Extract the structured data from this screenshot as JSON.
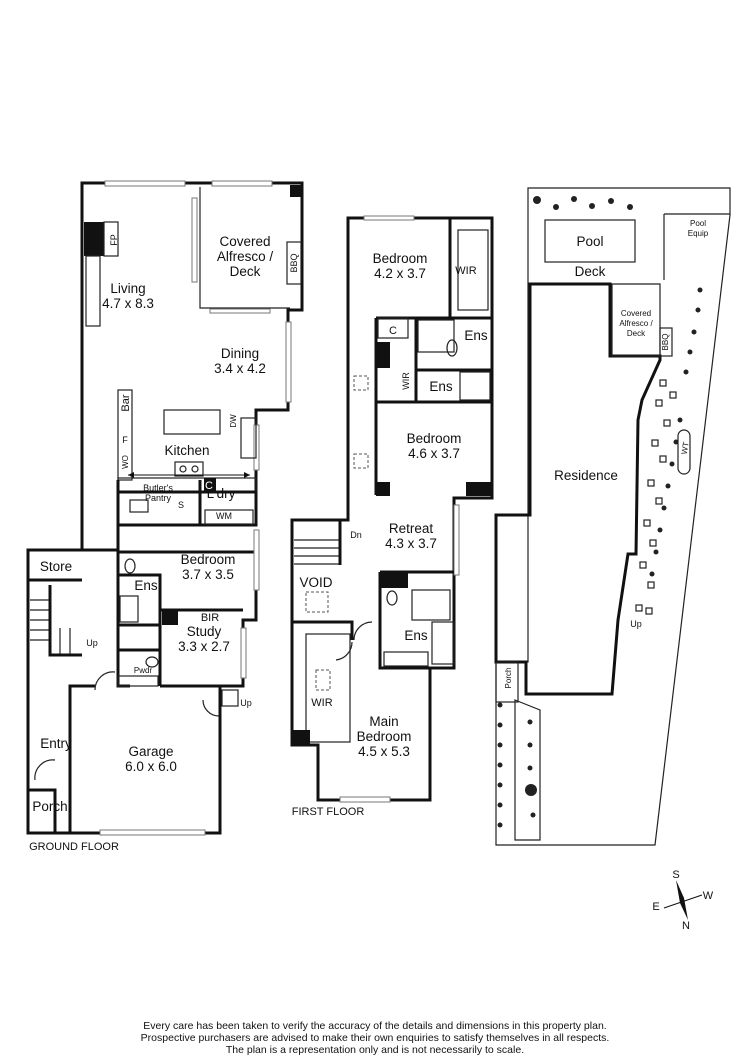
{
  "ground_floor": {
    "title": "GROUND FLOOR",
    "rooms": {
      "living": {
        "name": "Living",
        "dims": "4.7 x 8.3"
      },
      "alfresco": {
        "line1": "Covered",
        "line2": "Alfresco /",
        "line3": "Deck"
      },
      "dining": {
        "name": "Dining",
        "dims": "3.4 x 4.2"
      },
      "kitchen": {
        "name": "Kitchen"
      },
      "butlers": {
        "line1": "Butler's",
        "line2": "Pantry"
      },
      "laundry": {
        "name": "L'dry"
      },
      "bedroom": {
        "name": "Bedroom",
        "dims": "3.7 x 3.5"
      },
      "study": {
        "name": "Study",
        "dims": "3.3 x 2.7"
      },
      "garage": {
        "name": "Garage",
        "dims": "6.0 x 6.0"
      },
      "store": "Store",
      "entry": "Entry",
      "porch": "Porch",
      "ens": "Ens",
      "pwdr": "Pwdr",
      "bir": "BIR"
    },
    "fixtures": {
      "fp": "FP",
      "bbq": "BBQ",
      "bar": "Bar",
      "f": "F",
      "wo": "WO",
      "dw": "DW",
      "c": "C",
      "s": "S",
      "wm": "WM",
      "up1": "Up",
      "up2": "Up"
    }
  },
  "first_floor": {
    "title": "FIRST FLOOR",
    "rooms": {
      "bedroom1": {
        "name": "Bedroom",
        "dims": "4.2 x 3.7"
      },
      "bedroom2": {
        "name": "Bedroom",
        "dims": "4.6 x 3.7"
      },
      "retreat": {
        "name": "Retreat",
        "dims": "4.3 x 3.7"
      },
      "main_bedroom": {
        "line1": "Main",
        "line2": "Bedroom",
        "dims": "4.5 x 5.3"
      },
      "wir1": "WIR",
      "wir2": "WIR",
      "wir3": "WIR",
      "ens1": "Ens",
      "ens2": "Ens",
      "ens3": "Ens",
      "void": "VOID",
      "c": "C",
      "dn": "Dn"
    }
  },
  "site_plan": {
    "pool": "Pool",
    "pool_equip": {
      "line1": "Pool",
      "line2": "Equip"
    },
    "deck": "Deck",
    "alfresco": {
      "line1": "Covered",
      "line2": "Alfresco /",
      "line3": "Deck"
    },
    "bbq": "BBQ",
    "residence": "Residence",
    "wt": "WT",
    "porch": "Porch",
    "up": "Up"
  },
  "compass": {
    "s": "S",
    "e": "E",
    "w": "W",
    "n": "N"
  },
  "disclaimer": {
    "line1": "Every care has been taken to verify the accuracy of the details and dimensions in this property plan.",
    "line2": "Prospective purchasers are advised to make their own enquiries to satisfy themselves in all respects.",
    "line3": "The plan is a representation only and is not necessarily to scale."
  }
}
